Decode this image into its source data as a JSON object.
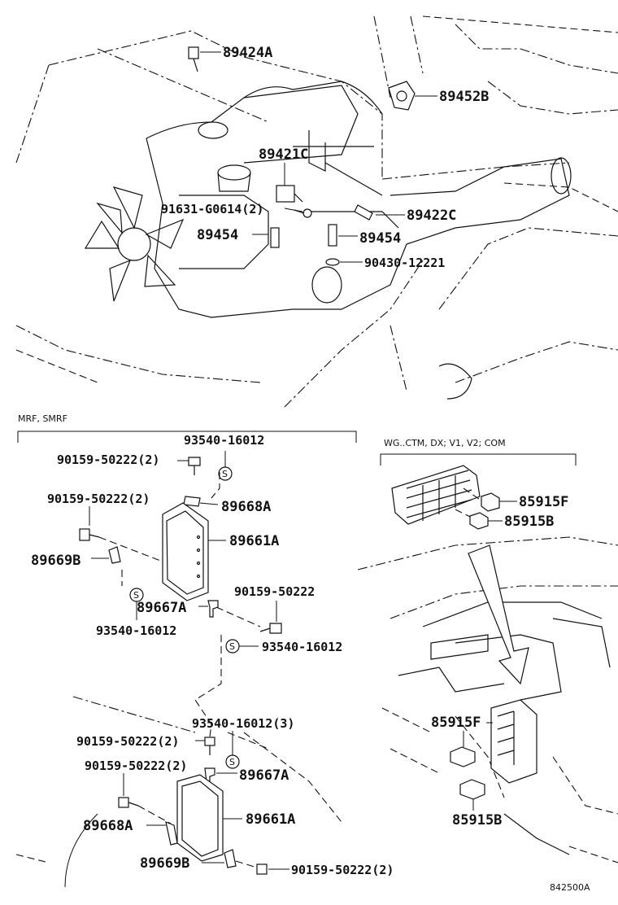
{
  "labels": {
    "p89424A": "89424A",
    "p89452B": "89452B",
    "p89421C": "89421C",
    "p91631": "91631-G0614(2)",
    "p89422C": "89422C",
    "p89454_left": "89454",
    "p89454_right": "89454",
    "p90430": "90430-12221",
    "section_left_title": "MRF, SMRF",
    "p93540_top": "93540-16012",
    "p90159_a": "90159-50222(2)",
    "p90159_b": "90159-50222(2)",
    "p89668A_top": "89668A",
    "p89661A_top": "89661A",
    "p89669B_top": "89669B",
    "p90159_c": "90159-50222",
    "p89667A_top": "89667A",
    "p93540_mid_left": "93540-16012",
    "p93540_mid_right": "93540-16012",
    "p93540_3": "93540-16012(3)",
    "p90159_d": "90159-50222(2)",
    "p90159_e": "90159-50222(2)",
    "p89667A_bottom": "89667A",
    "p89661A_bottom": "89661A",
    "p89668A_bottom": "89668A",
    "p89669B_bottom": "89669B",
    "p90159_f": "90159-50222(2)",
    "section_right_title": "WG..CTM, DX; V1, V2; COM",
    "p85915F_top": "85915F",
    "p85915B_top": "85915B",
    "p85915F_bottom": "85915F",
    "p85915B_bottom": "85915B",
    "drawing_number": "842500A"
  },
  "symbols": {
    "s_mark": "S"
  }
}
